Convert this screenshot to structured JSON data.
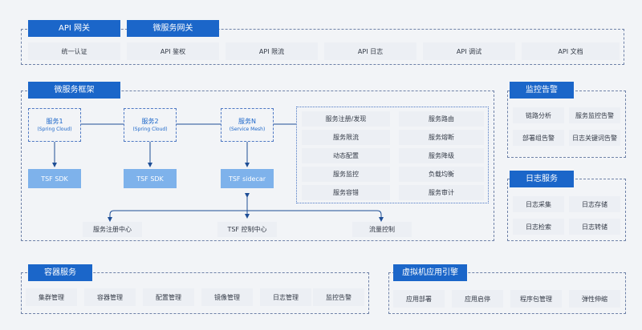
{
  "api": {
    "tab_gateway": "API 网关",
    "tab_micro_gateway": "微服务网关",
    "items": [
      "统一认证",
      "API 鉴权",
      "API 限流",
      "API 日志",
      "API 调试",
      "API 文档"
    ]
  },
  "framework": {
    "title": "微服务框架",
    "services": [
      {
        "name": "服务1",
        "sub": "(Spring Cloud)"
      },
      {
        "name": "服务2",
        "sub": "(Spring Cloud)"
      },
      {
        "name": "服务N",
        "sub": "(Service Mesh)"
      }
    ],
    "sdks": [
      "TSF SDK",
      "TSF SDK",
      "TSF sidecar"
    ],
    "capabilities": [
      "服务注册/发现",
      "服务路由",
      "服务限流",
      "服务熔断",
      "动态配置",
      "服务降级",
      "服务监控",
      "负载均衡",
      "服务容错",
      "服务审计"
    ],
    "bottom": [
      "服务注册中心",
      "TSF 控制中心",
      "流量控制"
    ]
  },
  "monitor": {
    "title": "监控告警",
    "items": [
      "链路分析",
      "服务监控告警",
      "部署组告警",
      "日志关键词告警"
    ]
  },
  "logs": {
    "title": "日志服务",
    "items": [
      "日志采集",
      "日志存储",
      "日志检索",
      "日志转储"
    ]
  },
  "container": {
    "title": "容器服务",
    "items": [
      "集群管理",
      "容器管理",
      "配置管理",
      "镜像管理",
      "日志管理",
      "监控告警"
    ]
  },
  "vm": {
    "title": "虚拟机应用引擎",
    "items": [
      "应用部署",
      "应用启停",
      "程序包管理",
      "弹性伸缩"
    ]
  },
  "colors": {
    "primary": "#1b66c9",
    "sdk": "#7eb2eb",
    "cell": "#eceff4",
    "background": "#f2f4f7"
  }
}
